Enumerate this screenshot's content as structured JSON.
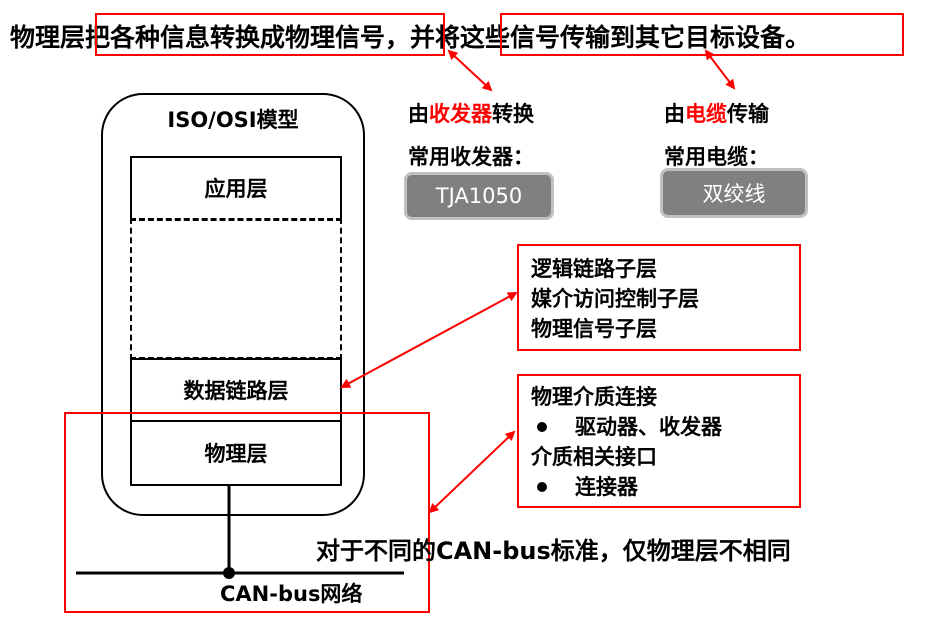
{
  "top_sentence": {
    "prefix": "物理层",
    "part1": "把各种信息转换成物理信号",
    "middle": "，并",
    "part2": "将这些信号传输到其它目标设备",
    "suffix": "。"
  },
  "osi_model": {
    "title": "ISO/OSI模型",
    "layers": {
      "application": "应用层",
      "data_link": "数据链路层",
      "physical": "物理层"
    }
  },
  "transceiver": {
    "prefix": "由",
    "highlight": "收发器",
    "suffix": "转换",
    "common_label": "常用收发器：",
    "example": "TJA1050"
  },
  "cable": {
    "prefix": "由",
    "highlight": "电缆",
    "suffix": "传输",
    "common_label": "常用电缆：",
    "example": "双绞线"
  },
  "data_link_sublayers": [
    "逻辑链路子层",
    "媒介访问控制子层",
    "物理信号子层"
  ],
  "physical_components": {
    "line1": "物理介质连接",
    "bullet1": "驱动器、收发器",
    "line2": "介质相关接口",
    "bullet2": "连接器"
  },
  "standard_note": "对于不同的CAN-bus标准，仅物理层不相同",
  "network_label": "CAN-bus网络",
  "colors": {
    "highlight": "#ff0000",
    "pill_bg": "#808080",
    "pill_border": "#c0c0c0"
  }
}
